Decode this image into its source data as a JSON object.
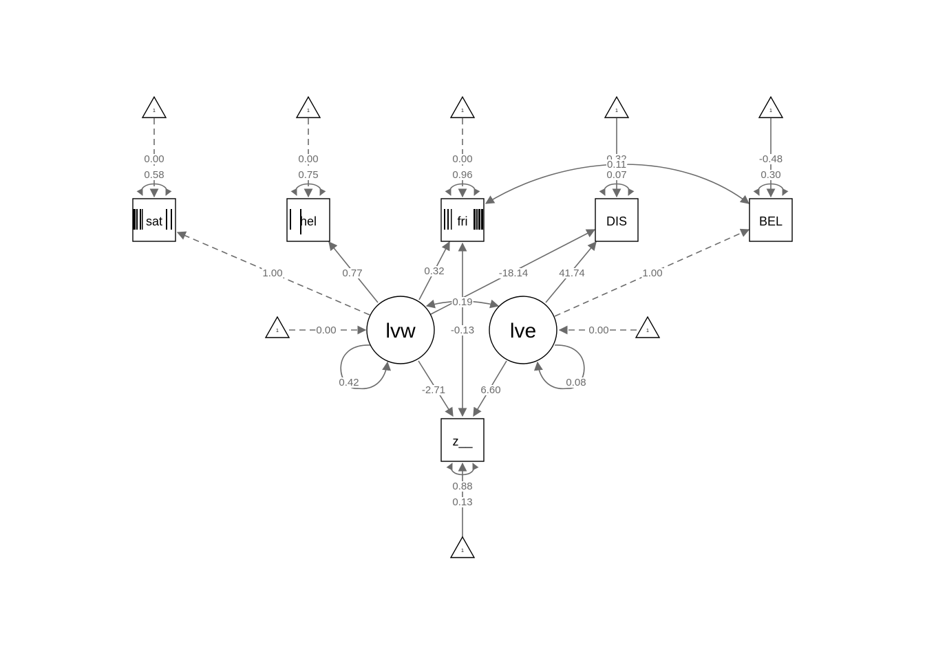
{
  "colors": {
    "edge": "#6b6b6b",
    "node_stroke": "#000000",
    "background": "#ffffff"
  },
  "nodes": {
    "sat": "sat",
    "hel": "hel",
    "fri": "fri",
    "DIS": "DIS",
    "BEL": "BEL",
    "z": "z__",
    "lvw": "lvw",
    "lve": "lve",
    "const": "1"
  },
  "labels": {
    "sat_int": "0.00",
    "sat_var": "0.58",
    "hel_int": "0.00",
    "hel_var": "0.75",
    "fri_int": "0.00",
    "fri_var": "0.96",
    "dis_int": "0.32",
    "dis_cov": "0.11",
    "dis_var": "0.07",
    "bel_int": "-0.48",
    "bel_var": "0.30",
    "lvw_sat": "1.00",
    "lvw_hel": "0.77",
    "lvw_fri": "0.32",
    "lvw_dis": "-18.14",
    "lve_dis": "41.74",
    "lve_bel": "1.00",
    "lvw_lve": "0.19",
    "fri_z": "-0.13",
    "lvw_int": "0.00",
    "lve_int": "0.00",
    "lvw_var": "0.42",
    "lve_var": "0.08",
    "lvw_z": "-2.71",
    "lve_z": "6.60",
    "z_var": "0.88",
    "z_int": "0.13"
  }
}
